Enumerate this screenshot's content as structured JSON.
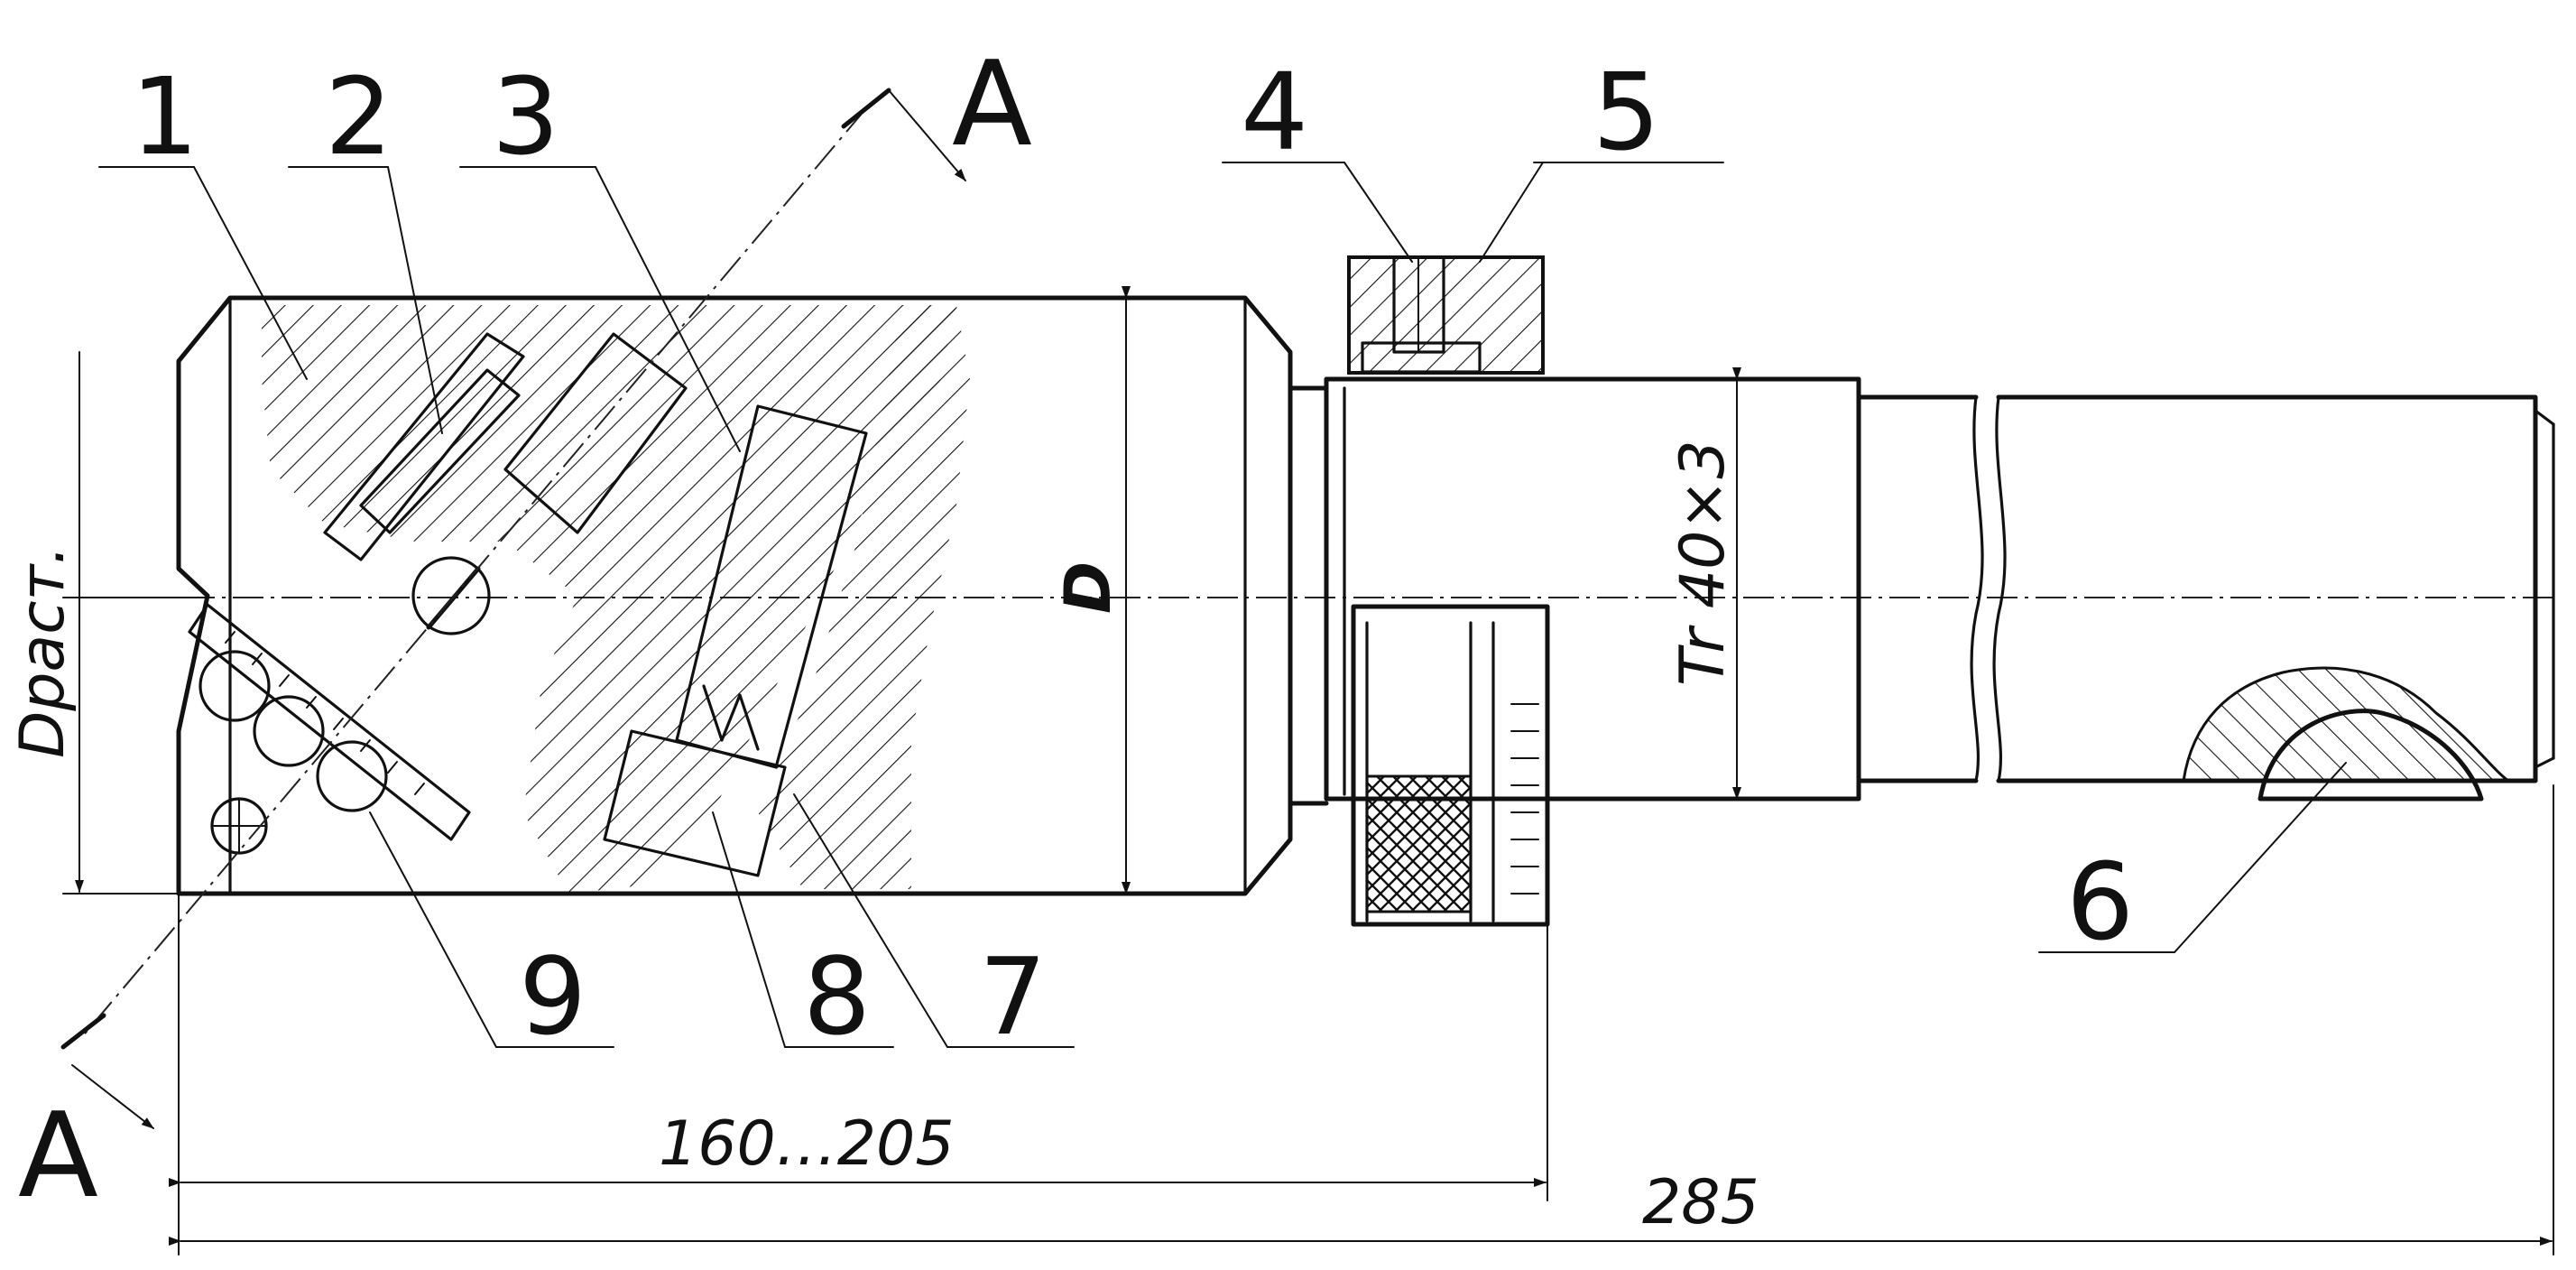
{
  "drawing": {
    "part_labels": [
      "1",
      "2",
      "3",
      "4",
      "5",
      "6",
      "7",
      "8",
      "9"
    ],
    "section_marks": {
      "top": "А",
      "bottom": "А"
    },
    "dimensions": {
      "diameter": "D",
      "diameter_expanded": "Dраст.",
      "thread": "Tr 40×3",
      "length_adjustable": "160…205",
      "length_total": "285"
    }
  }
}
